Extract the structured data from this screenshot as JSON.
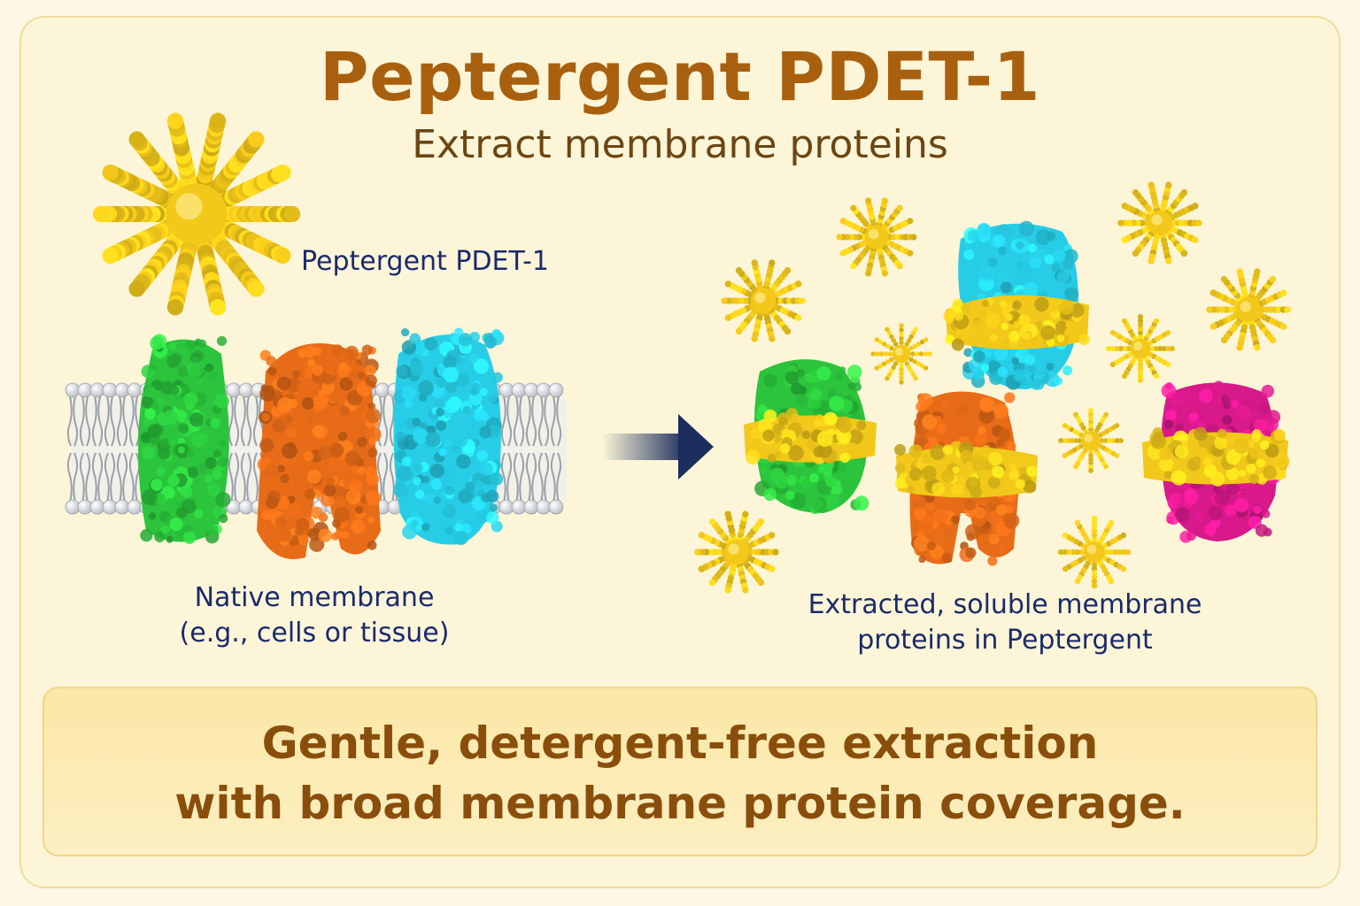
{
  "header": {
    "title": "Peptergent PDET-1",
    "subtitle": "Extract membrane proteins"
  },
  "labels": {
    "peptergent": "Peptergent PDET-1",
    "native_line1": "Native membrane",
    "native_line2": "(e.g., cells or tissue)",
    "extracted_line1": "Extracted, soluble membrane",
    "extracted_line2": "proteins in Peptergent"
  },
  "banner": {
    "line1": "Gentle, detergent-free extraction",
    "line2": "with broad membrane protein coverage."
  },
  "colors": {
    "peptergent_yellow": "#f2c81a",
    "protein_green": "#2bc43c",
    "protein_orange": "#e86c18",
    "protein_cyan": "#27cde6",
    "protein_magenta": "#d8198a",
    "arrow": "#1c2e5e",
    "title": "#a8600f",
    "label": "#1a2a6c"
  }
}
